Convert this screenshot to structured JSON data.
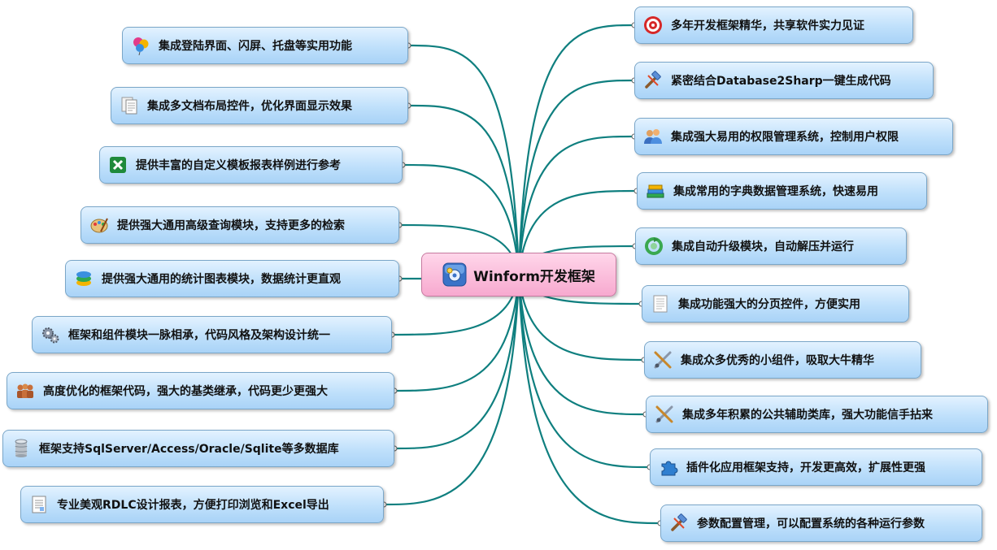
{
  "colors": {
    "branch": "#0f7f7f",
    "node_fill": "#bfe0fb",
    "center_fill": "#f7a9cf"
  },
  "center": {
    "label": "Winform开发框架",
    "icon": "app-gear-icon"
  },
  "left_nodes": [
    {
      "label": "集成登陆界面、闪屏、托盘等实用功能",
      "icon": "balloons-icon"
    },
    {
      "label": "集成多文档布局控件，优化界面显示效果",
      "icon": "documents-icon"
    },
    {
      "label": "提供丰富的自定义模板报表样例进行参考",
      "icon": "excel-icon"
    },
    {
      "label": "提供强大通用高级查询模块，支持更多的检索",
      "icon": "palette-icon"
    },
    {
      "label": "提供强大通用的统计图表模块，数据统计更直观",
      "icon": "chart-icon"
    },
    {
      "label": "框架和组件模块一脉相承，代码风格及架构设计统一",
      "icon": "gears-icon"
    },
    {
      "label": "高度优化的框架代码，强大的基类继承，代码更少更强大",
      "icon": "group-icon"
    },
    {
      "label": "框架支持SqlServer/Access/Oracle/Sqlite等多数据库",
      "icon": "database-icon"
    },
    {
      "label": "专业美观RDLC设计报表，方便打印浏览和Excel导出",
      "icon": "report-icon"
    }
  ],
  "right_nodes": [
    {
      "label": "多年开发框架精华，共享软件实力见证",
      "icon": "target-icon"
    },
    {
      "label": "紧密结合Database2Sharp一键生成代码",
      "icon": "hammer-icon"
    },
    {
      "label": "集成强大易用的权限管理系统，控制用户权限",
      "icon": "users-icon"
    },
    {
      "label": "集成常用的字典数据管理系统，快速易用",
      "icon": "books-icon"
    },
    {
      "label": "集成自动升级模块，自动解压并运行",
      "icon": "refresh-icon"
    },
    {
      "label": "集成功能强大的分页控件，方便实用",
      "icon": "page-icon"
    },
    {
      "label": "集成众多优秀的小组件，吸取大牛精华",
      "icon": "tools-icon"
    },
    {
      "label": "集成多年积累的公共辅助类库，强大功能信手拈来",
      "icon": "tools-icon"
    },
    {
      "label": "插件化应用框架支持，开发更高效，扩展性更强",
      "icon": "puzzle-icon"
    },
    {
      "label": "参数配置管理，可以配置系统的各种运行参数",
      "icon": "hammer-icon"
    }
  ]
}
